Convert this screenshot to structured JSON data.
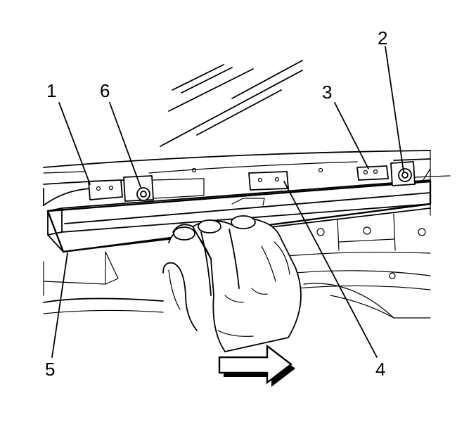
{
  "figure": {
    "callouts": [
      {
        "id": "c1",
        "text": "1"
      },
      {
        "id": "c2",
        "text": "2"
      },
      {
        "id": "c3",
        "text": "3"
      },
      {
        "id": "c4",
        "text": "4"
      },
      {
        "id": "c5",
        "text": "5"
      },
      {
        "id": "c6",
        "text": "6"
      }
    ],
    "direction_arrow": "right"
  }
}
